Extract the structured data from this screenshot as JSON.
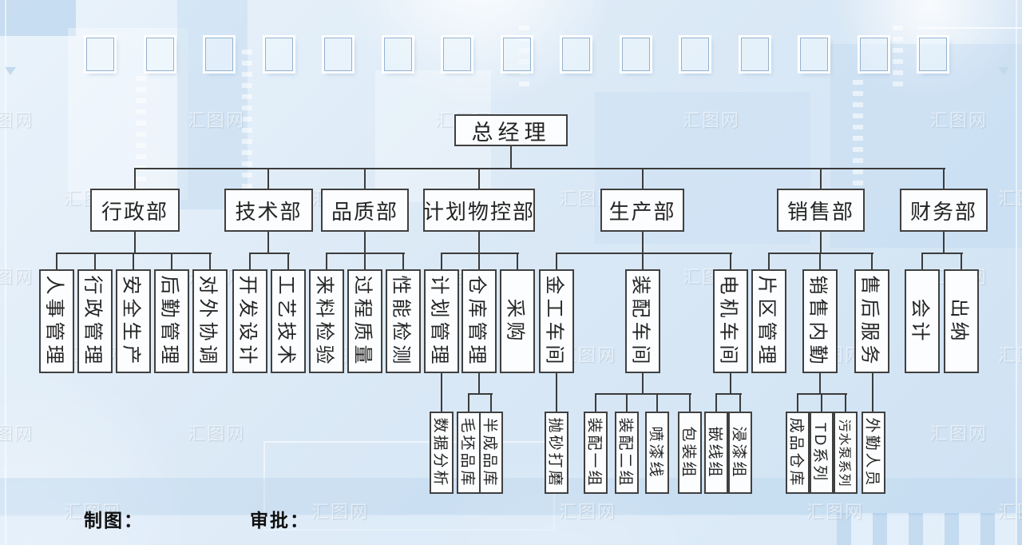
{
  "header": {
    "frames_count": 15,
    "frame_icon": "picture-frame-icon"
  },
  "watermark": {
    "text": "汇图网"
  },
  "colors": {
    "background": "#dbe9f6",
    "box_fill": "#fcfdfe",
    "box_border": "#404040",
    "connector_line": "#3c3c3c",
    "text": "#242424"
  },
  "org": {
    "root": {
      "label": "总经理"
    },
    "departments": [
      {
        "label": "行政部",
        "children": [
          {
            "label": "人事管理"
          },
          {
            "label": "行政管理"
          },
          {
            "label": "安全生产"
          },
          {
            "label": "后勤管理"
          },
          {
            "label": "对外协调"
          }
        ]
      },
      {
        "label": "技术部",
        "children": [
          {
            "label": "开发设计"
          },
          {
            "label": "工艺技术"
          }
        ]
      },
      {
        "label": "品质部",
        "children": [
          {
            "label": "来料检验"
          },
          {
            "label": "过程质量"
          },
          {
            "label": "性能检测"
          }
        ]
      },
      {
        "label": "计划物控部",
        "children": [
          {
            "label": "计划管理",
            "children": [
              {
                "label": "数据分析"
              }
            ]
          },
          {
            "label": "仓库管理",
            "children": [
              {
                "label": "毛坯品库"
              },
              {
                "label": "半成品库"
              }
            ]
          },
          {
            "label": "采购"
          }
        ]
      },
      {
        "label": "生产部",
        "children": [
          {
            "label": "金工车间",
            "children": [
              {
                "label": "抛砂打磨"
              }
            ]
          },
          {
            "label": "装配车间",
            "children": [
              {
                "label": "装配一组"
              },
              {
                "label": "装配二组"
              },
              {
                "label": "喷漆线"
              },
              {
                "label": "包装组"
              }
            ]
          },
          {
            "label": "电机车间",
            "children": [
              {
                "label": "嵌线组"
              },
              {
                "label": "浸漆组"
              }
            ]
          }
        ]
      },
      {
        "label": "销售部",
        "children": [
          {
            "label": "片区管理"
          },
          {
            "label": "销售内勤",
            "children": [
              {
                "label": "成品仓库"
              },
              {
                "label": "TD系列"
              },
              {
                "label": "污水泵系列"
              }
            ]
          },
          {
            "label": "售后服务",
            "children": [
              {
                "label": "外勤人员"
              }
            ]
          }
        ]
      },
      {
        "label": "财务部",
        "children": [
          {
            "label": "会计"
          },
          {
            "label": "出纳"
          }
        ]
      }
    ]
  },
  "footer": {
    "drawn_by_label": "制图：",
    "approved_by_label": "审批："
  }
}
